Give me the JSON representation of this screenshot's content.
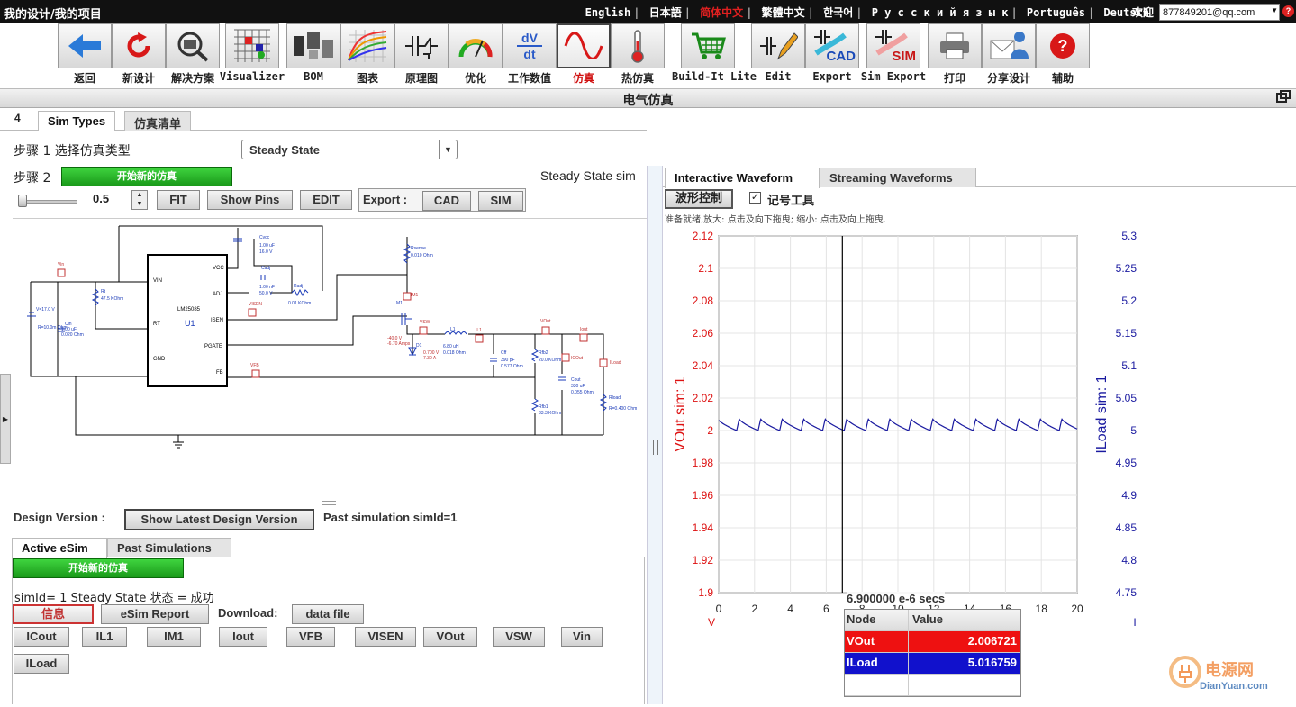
{
  "topbar": {
    "breadcrumb": "我的设计/我的项目",
    "languages": [
      "English",
      "日本語",
      "简体中文",
      "繁體中文",
      "한국어",
      "Р у с с к и й  я з ы к",
      "Português",
      "Deutsch"
    ],
    "active_language": "简体中文",
    "welcome": "欢迎",
    "email": "877849201@qq.com"
  },
  "toolbar": {
    "items": [
      {
        "label": "返回",
        "icon": "back-arrow-icon"
      },
      {
        "label": "新设计",
        "icon": "refresh-icon"
      },
      {
        "label": "解决方案",
        "icon": "solutions-icon"
      },
      {
        "label": "Visualizer",
        "icon": "visualizer-icon"
      },
      {
        "label": "BOM",
        "icon": "bom-icon"
      },
      {
        "label": "图表",
        "icon": "charts-icon"
      },
      {
        "label": "原理图",
        "icon": "schematic-icon"
      },
      {
        "label": "优化",
        "icon": "optimize-gauge-icon"
      },
      {
        "label": "工作数值",
        "icon": "dv-dt-icon"
      },
      {
        "label": "仿真",
        "icon": "sine-wave-icon"
      },
      {
        "label": "热仿真",
        "icon": "thermometer-icon"
      },
      {
        "label": "Build-It Lite",
        "icon": "shopping-cart-icon"
      },
      {
        "label": "Edit",
        "icon": "edit-pencil-icon"
      },
      {
        "label": "Export",
        "icon": "cad-export-icon"
      },
      {
        "label": "Sim Export",
        "icon": "sim-export-icon"
      },
      {
        "label": "打印",
        "icon": "printer-icon"
      },
      {
        "label": "分享设计",
        "icon": "share-design-icon"
      },
      {
        "label": "辅助",
        "icon": "help-icon"
      }
    ],
    "active": "仿真",
    "icon_text": {
      "dv": "dV",
      "dt": "dt",
      "cad": "CAD",
      "sim": "SIM",
      "help": "?"
    }
  },
  "title": "电气仿真",
  "sim_tabs": {
    "number": "4",
    "items": [
      "Sim Types",
      "仿真清单"
    ]
  },
  "step1": {
    "label": "步骤 1 选择仿真类型",
    "selected": "Steady State"
  },
  "step2": {
    "label": "步骤 2",
    "start_button": "开始新的仿真",
    "sim_name": "Steady State sim"
  },
  "controls": {
    "zoom": "0.5",
    "fit": "FIT",
    "show_pins": "Show Pins",
    "edit": "EDIT",
    "export_label": "Export :",
    "cad": "CAD",
    "sim": "SIM"
  },
  "schematic": {
    "ic_name": "LM25085",
    "ic_ref": "U1",
    "ic_pins": [
      "VIN",
      "RT",
      "GND",
      "VCC",
      "ADJ",
      "ISEN",
      "PGATE",
      "FB"
    ],
    "labels": {
      "vin_src": "Vin",
      "vin_val": "V=17.0 V",
      "vin_r": "R=10.0m Ohm",
      "cin": "Cin",
      "cin_val": "1.00 uF",
      "cin_r": "0.020 Ohm",
      "rt": "Rt",
      "rt_val": "47.5 KOhm",
      "cvcc": "Cvcc",
      "cvcc_val": "1.00 uF",
      "cvcc_v": "16.0 V",
      "cadj": "Cadj",
      "cadj_val": "1.00 nF",
      "cadj_v": "50.0 V",
      "radj": "Radj",
      "radj_val": "0.01 KOhm",
      "visen": "VISEN",
      "vfb": "VFB",
      "rsense": "Rsense",
      "rsense_val": "0.010 Ohm",
      "m1": "M1",
      "im1": "IM1",
      "m1_v": "-40.0 V",
      "m1_i": "-6.70 Amps",
      "vsw": "VSW",
      "d1": "D1",
      "d1_v": "0.700 V",
      "d1_i": "7.30 A",
      "l1": "L1",
      "l1_val": "6.80 uH",
      "l1_r": "0.018 Ohm",
      "il1": "IL1",
      "cff": "Cff",
      "cff_val": "390 pF",
      "cff_v": "0.577 Ohm",
      "rfb2": "Rfb2",
      "rfb2_val": "20.0 KOhm",
      "rfb1": "Rfb1",
      "rfb1_val": "33.3 KOhm",
      "vout": "VOut",
      "iout": "Iout",
      "icout": "ICOut",
      "cout": "Cout",
      "cout_val": "330 uF",
      "cout_r": "0.055 Ohm",
      "iload": "ILoad",
      "rload": "Rload",
      "rload_val": "R=0.400 Ohm"
    }
  },
  "design_version": {
    "label": "Design Version :",
    "button": "Show Latest Design Version",
    "past_sim": "Past simulation simId=1"
  },
  "esim_tabs": [
    "Active eSim",
    "Past Simulations"
  ],
  "esim": {
    "start_button": "开始新的仿真",
    "status": "simId= 1 Steady State 状态 = 成功",
    "info_button": "信息",
    "report_button": "eSim Report",
    "download_label": "Download:",
    "data_file": "data file",
    "probes": [
      "ICout",
      "IL1",
      "IM1",
      "Iout",
      "VFB",
      "VISEN",
      "VOut",
      "VSW",
      "Vin",
      "ILoad"
    ]
  },
  "wave_tabs": [
    "Interactive Waveform",
    "Streaming Waveforms"
  ],
  "wave_controls": {
    "button": "波形控制",
    "checkbox_label": "记号工具",
    "checked": true,
    "check_mark": "✓",
    "hint": "准备就绪,放大: 点击及向下拖曳; 缩小: 点击及向上拖曳."
  },
  "chart_data": {
    "type": "line",
    "title": "",
    "xlabel": "",
    "x_unit_left": "V",
    "x_unit_right": "I",
    "ylabel_left": "VOut sim: 1",
    "ylabel_right": "ILoad sim: 1",
    "xlim": [
      0,
      20
    ],
    "x_ticks": [
      0,
      2,
      4,
      6,
      8,
      10,
      12,
      14,
      16,
      18,
      20
    ],
    "ylim_left": [
      1.9,
      2.12
    ],
    "y_ticks_left": [
      1.9,
      1.92,
      1.94,
      1.96,
      1.98,
      2,
      2.02,
      2.04,
      2.06,
      2.08,
      2.1,
      2.12
    ],
    "ylim_right": [
      4.75,
      5.3
    ],
    "y_ticks_right": [
      4.75,
      4.8,
      4.85,
      4.9,
      4.95,
      5,
      5.05,
      5.1,
      5.15,
      5.2,
      5.25,
      5.3
    ],
    "grid": true,
    "left_axis_color": "#dd1111",
    "right_axis_color": "#1a1aa0",
    "series": [
      {
        "name": "ILoad",
        "axis": "right",
        "color": "#1a1aa0",
        "period": 1.2,
        "min": 5.0,
        "max": 5.018,
        "phase": 0.2
      }
    ],
    "cursor_x": 6.9,
    "cursor_label": "6.900000 e-6 secs"
  },
  "readout": {
    "headers": [
      "Node",
      "Value"
    ],
    "rows": [
      {
        "node": "VOut",
        "value": "2.006721"
      },
      {
        "node": "ILoad",
        "value": "5.016759"
      }
    ]
  },
  "watermark": {
    "text_cn": "电源网",
    "text_en": "DianYuan.com"
  }
}
